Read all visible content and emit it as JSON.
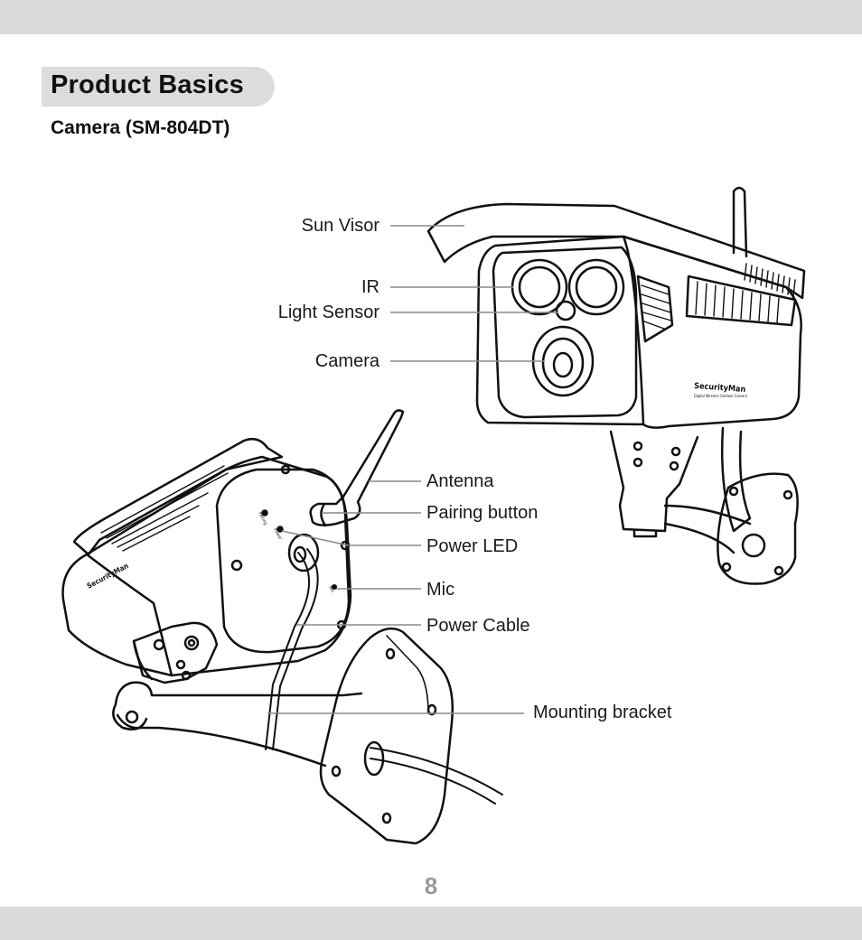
{
  "header": {
    "section_title": "Product Basics",
    "subtitle": "Camera (SM-804DT)"
  },
  "callouts": {
    "sun_visor": "Sun Visor",
    "ir": "IR",
    "light_sensor": "Light Sensor",
    "camera": "Camera",
    "antenna": "Antenna",
    "pairing_button": "Pairing button",
    "power_led": "Power LED",
    "mic": "Mic",
    "power_cable": "Power Cable",
    "mounting_bracket": "Mounting bracket"
  },
  "device_labels": {
    "brand_front": "SecurityMan",
    "brand_front_tagline": "Digital Wireless Outdoor Camera",
    "brand_rear": "SecurityMan",
    "rear_pairing": "Pairing",
    "rear_power": "Power",
    "rear_mic": "Mic"
  },
  "footer": {
    "page_number": "8"
  }
}
